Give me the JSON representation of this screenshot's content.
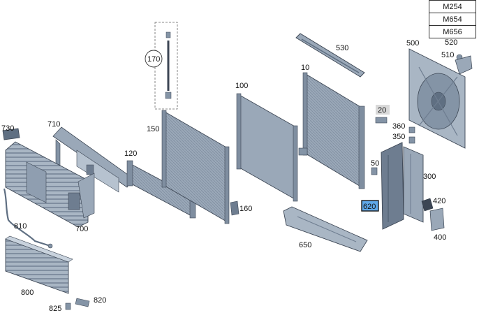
{
  "model_codes": [
    "M254",
    "M654",
    "M656"
  ],
  "callouts": {
    "p10": "10",
    "p20": "20",
    "p50": "50",
    "p100": "100",
    "p120": "120",
    "p150": "150",
    "p160": "160",
    "p170": "170",
    "p300": "300",
    "p350": "350",
    "p360": "360",
    "p400": "400",
    "p420": "420",
    "p500": "500",
    "p510": "510",
    "p520": "520",
    "p530": "530",
    "p620": "620",
    "p650": "650",
    "p700": "700",
    "p710": "710",
    "p730": "730",
    "p800": "800",
    "p810": "810",
    "p820": "820",
    "p825": "825"
  },
  "colors": {
    "part_fill": "#9aa8b8",
    "part_dark": "#5f6f82",
    "part_light": "#c8d2dd",
    "outline": "#3c4654",
    "highlight_box": "#5fa8e8",
    "label_gray": "#d9d9d9"
  }
}
